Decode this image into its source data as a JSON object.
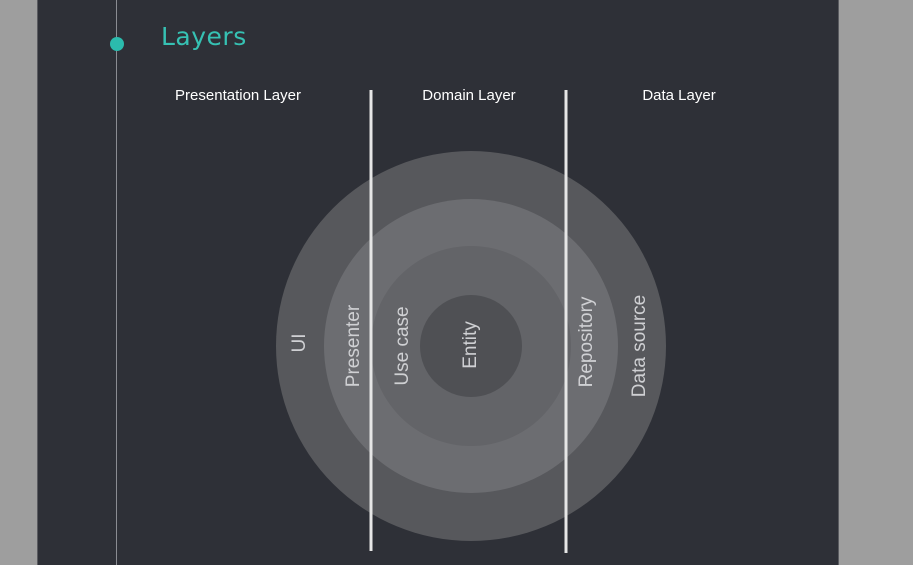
{
  "title": "Layers",
  "columns": [
    "Presentation Layer",
    "Domain Layer",
    "Data Layer"
  ],
  "rings": [
    {
      "label": "UI",
      "color": "#57585c"
    },
    {
      "label": "Presenter",
      "color": "#6c6d71"
    },
    {
      "label": "Use case",
      "color": "#696a6e"
    },
    {
      "label": "Entity",
      "color": "#4e4f53"
    }
  ],
  "ring_labels_extra": [
    "Repository",
    "Data source"
  ],
  "colors": {
    "background": "#2e3037",
    "accent": "#36c1b3",
    "divider": "#e6e6e6"
  }
}
